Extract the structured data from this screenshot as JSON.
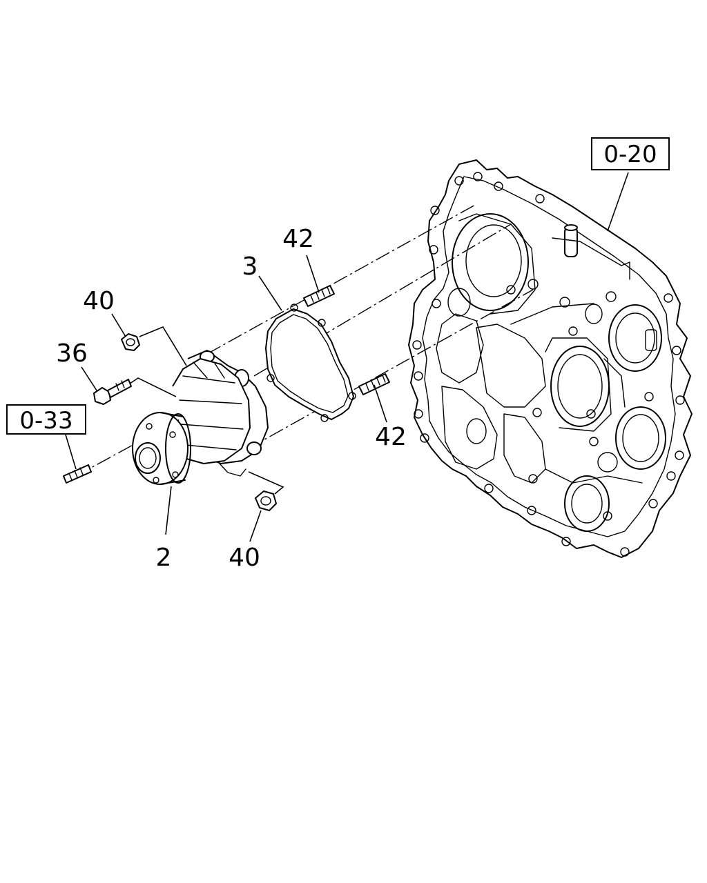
{
  "diagram": {
    "callouts": {
      "water_pump": "2",
      "gasket": "3",
      "bolt": "36",
      "nut_upper": "40",
      "nut_lower": "40",
      "stud_upper": "42",
      "stud_lower": "42"
    },
    "references": {
      "timing_case": "0-20",
      "pulley_stud": "0-33"
    }
  }
}
